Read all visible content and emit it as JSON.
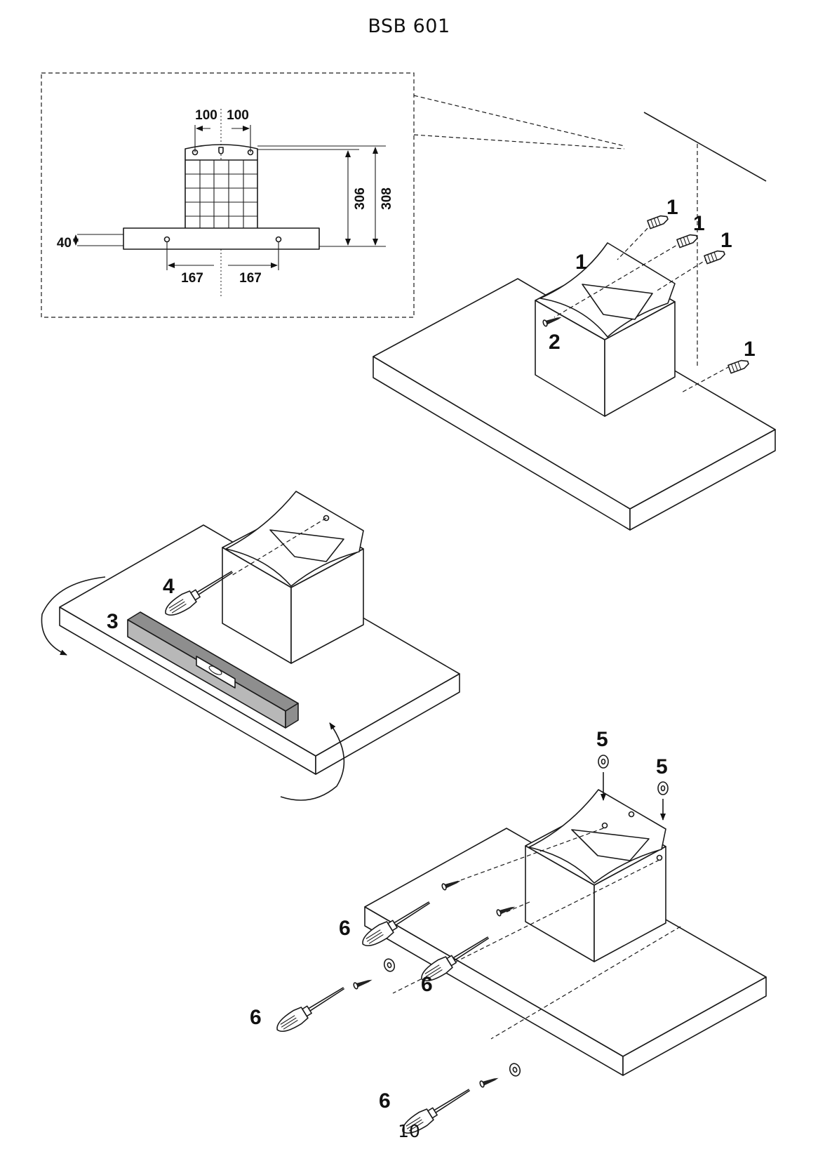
{
  "page": {
    "header": "BSB 601",
    "number": "10"
  },
  "detail": {
    "dims": {
      "top_left": "100",
      "top_right": "100",
      "h_inner": "306",
      "h_outer": "308",
      "left_small": "40",
      "bottom_left": "167",
      "bottom_right": "167"
    }
  },
  "step1": {
    "labels": {
      "a": "1",
      "b": "1",
      "c": "1",
      "d": "1",
      "e": "1",
      "screw": "2"
    }
  },
  "step2": {
    "labels": {
      "level": "3",
      "screwdriver": "4"
    }
  },
  "step3": {
    "labels": {
      "washer_left": "5",
      "washer_right": "5",
      "sd_a": "6",
      "sd_b": "6",
      "sd_c": "6",
      "sd_d": "6"
    }
  }
}
